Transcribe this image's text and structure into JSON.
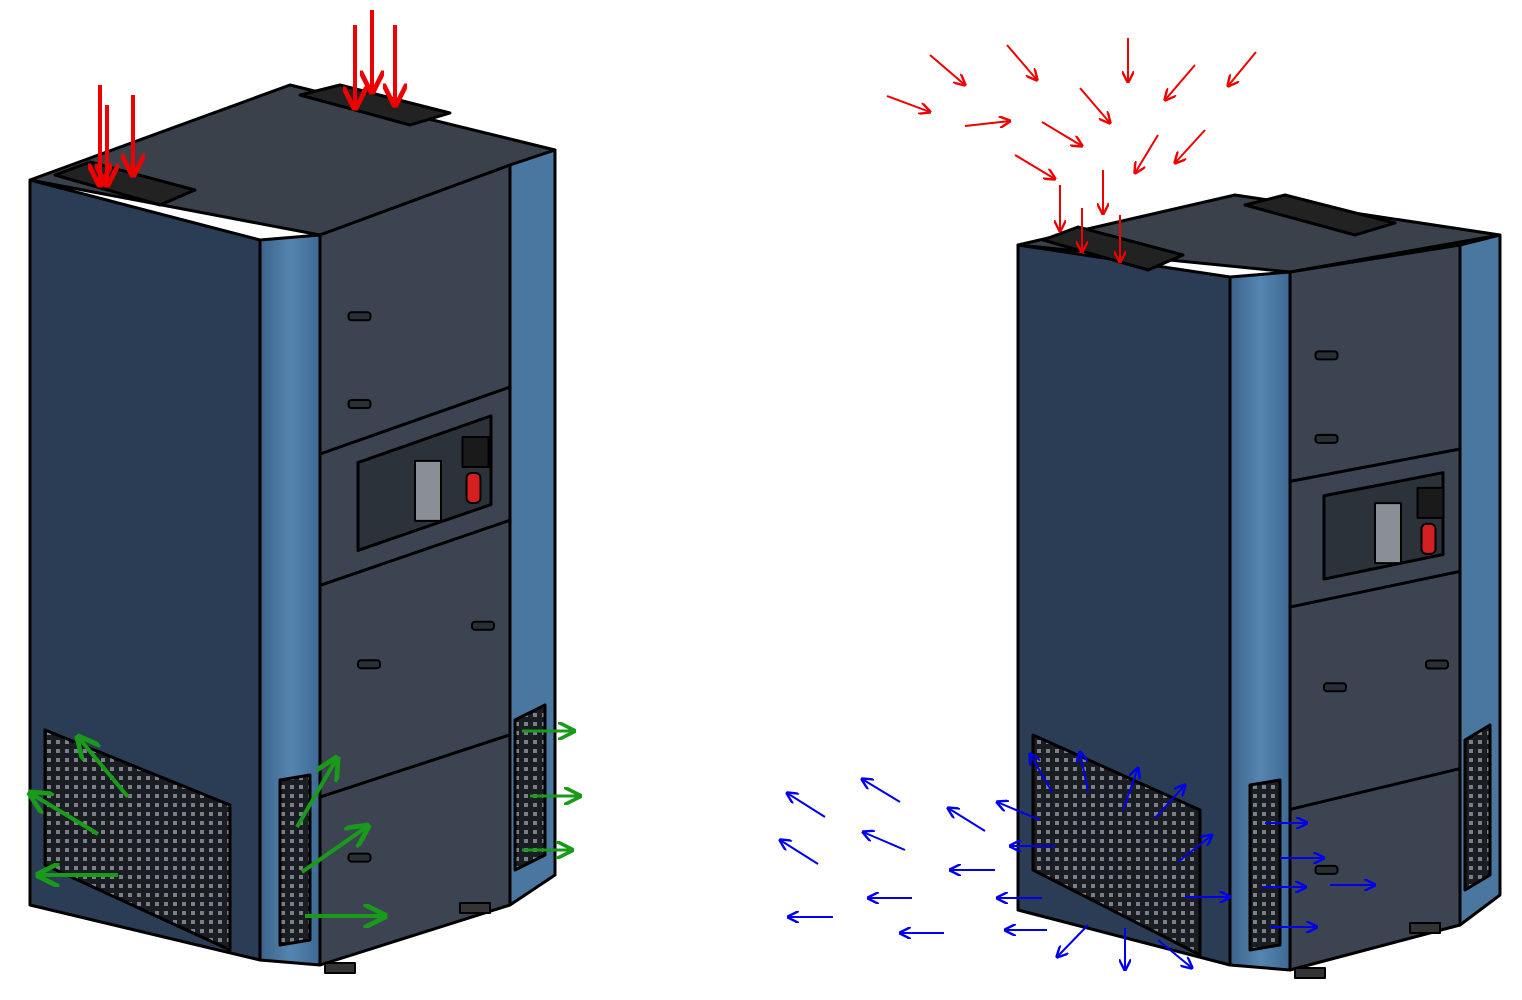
{
  "figure": {
    "subject": "airflow-through-cabinet",
    "units": [
      {
        "id": "left-unit",
        "intake": "top",
        "exhaust": "lower-grilles",
        "exhaust_arrow_color": "#1a9a1a"
      },
      {
        "id": "right-unit",
        "intake": "top",
        "exhaust": "lower-grilles",
        "exhaust_arrow_color": "#0000ee"
      }
    ]
  },
  "colors": {
    "intake_arrow": "#ee0000",
    "exhaust_arrow_left": "#1a9a1a",
    "exhaust_arrow_right": "#0000ee",
    "cabinet_side": "#2a3d55",
    "cabinet_corner": "#4a77a0",
    "cabinet_front": "#3b4450",
    "cabinet_top": "#3a414b",
    "outline": "#000000"
  }
}
